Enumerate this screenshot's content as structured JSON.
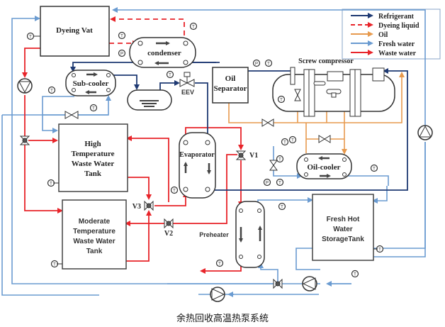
{
  "title_caption": "余热回收高温热泵系统",
  "legend": {
    "items": [
      {
        "label": "Refrigerant",
        "color": "#1f3a73",
        "style": "solid"
      },
      {
        "label": "Dyeing liquid",
        "color": "#e8242a",
        "style": "dashed"
      },
      {
        "label": "Oil",
        "color": "#e79a4e",
        "style": "solid"
      },
      {
        "label": "Fresh water",
        "color": "#6a9bd1",
        "style": "solid"
      },
      {
        "label": "Waste water",
        "color": "#e8242a",
        "style": "solid"
      }
    ]
  },
  "components": {
    "dyeing_vat": "Dyeing Vat",
    "condenser": "condenser",
    "sub_cooler": "Sub-cooler",
    "eev": "EEV",
    "oil_separator_1": "Oil",
    "oil_separator_2": "Separator",
    "screw_compressor": "Screw compressor",
    "oil_cooler": "Oil-cooler",
    "evaporator": "Evaporator",
    "high_tank_1": "High",
    "high_tank_2": "Temperature",
    "high_tank_3": "Waste Water",
    "high_tank_4": "Tank",
    "mod_tank_1": "Moderate",
    "mod_tank_2": "Temperature",
    "mod_tank_3": "Waste Water",
    "mod_tank_4": "Tank",
    "preheater": "Preheater",
    "fresh_tank_1": "Fresh Hot",
    "fresh_tank_2": "Water",
    "fresh_tank_3": "StorageTank",
    "v1": "V1",
    "v2": "V2",
    "v3": "V3"
  },
  "sensors": {
    "temperature": "T",
    "pressure": "P"
  },
  "colors": {
    "refrigerant": "#1f3a73",
    "waste": "#e8242a",
    "oil": "#e79a4e",
    "fresh": "#6a9bd1",
    "outline": "#444444"
  }
}
